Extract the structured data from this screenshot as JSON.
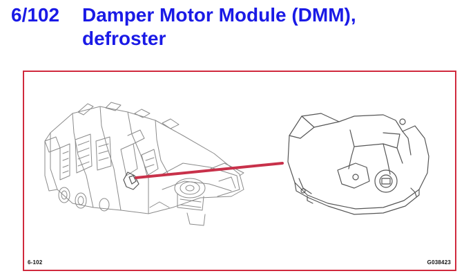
{
  "header": {
    "ref_number": "6/102",
    "title_line1": "Damper Motor Module (DMM),",
    "title_line2": "defroster"
  },
  "figure": {
    "id_label": "6-102",
    "code_label": "G038423"
  },
  "colors": {
    "heading_text": "#1a1ae6",
    "frame_border": "#d0293d",
    "pointer_line": "#c8314a"
  },
  "icons": [
    "hvac-unit-drawing",
    "damper-motor-module-drawing",
    "pointer-line"
  ]
}
